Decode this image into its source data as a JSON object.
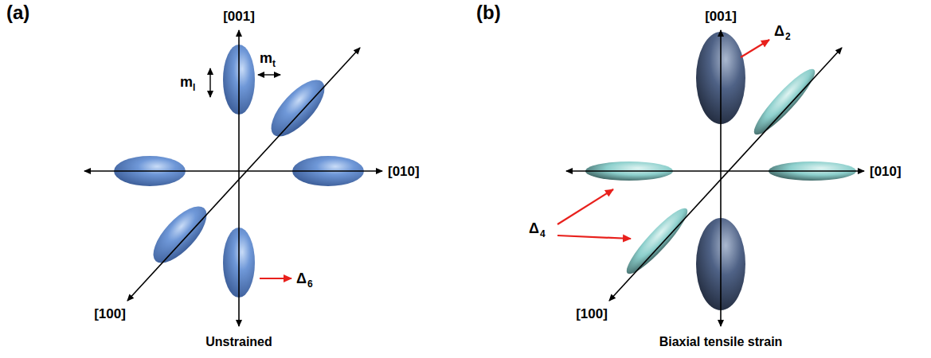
{
  "diagram": {
    "labels": [
      "(a)",
      "(b)",
      "[001]",
      "[010]",
      "[100]",
      "m",
      "l",
      "m",
      "t",
      "Δ",
      "6",
      "Unstrained",
      "[001]",
      "[010]",
      "[100]",
      "Δ",
      "2",
      "Δ",
      "4",
      "Biaxial tensile strain"
    ]
  }
}
